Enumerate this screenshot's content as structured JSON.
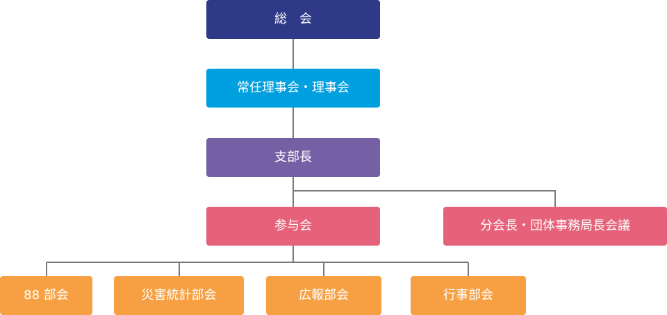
{
  "colors": {
    "navy": "#2e3a87",
    "blue": "#00a0e0",
    "purple": "#7660a5",
    "pink": "#e5627a",
    "orange": "#f7a043",
    "connector": "#7a7a7a"
  },
  "org": {
    "general_assembly": "総　会",
    "standing_board": "常任理事会・理事会",
    "branch_chief": "支部長",
    "councilors": "参与会",
    "division_chiefs_meeting": "分会長・団体事務局長会議",
    "committees": [
      "88 部会",
      "災害統計部会",
      "広報部会",
      "行事部会"
    ]
  }
}
